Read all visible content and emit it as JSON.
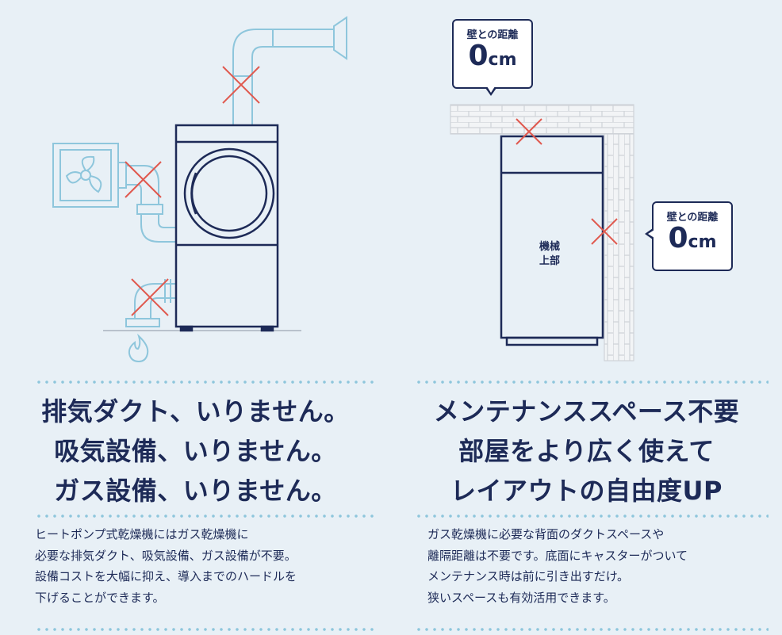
{
  "left": {
    "headline": [
      "排気ダクト、いりません。",
      "吸気設備、いりません。",
      "ガス設備、いりません。"
    ],
    "description": [
      "ヒートポンプ式乾燥機にはガス乾燥機に",
      "必要な排気ダクト、吸気設備、ガス設備が不要。",
      "設備コストを大幅に抑え、導入までのハードルを",
      "下げることができます。"
    ],
    "icons": [
      "exhaust-duct-icon",
      "ventilation-fan-icon",
      "gas-pipe-icon",
      "gas-flame-icon",
      "dryer-icon"
    ]
  },
  "right": {
    "headline": [
      "メンテナンススペース不要",
      "部屋をより広く使えて",
      "レイアウトの自由度UP"
    ],
    "description": [
      "ガス乾燥機に必要な背面のダクトスペースや",
      "離隔距離は不要です。底面にキャスターがついて",
      "メンテナンス時は前に引き出すだけ。",
      "狭いスペースも有効活用できます。"
    ],
    "bubble_top": {
      "label": "壁との距離",
      "value": "0",
      "unit": "cm"
    },
    "bubble_right": {
      "label": "壁との距離",
      "value": "0",
      "unit": "cm"
    },
    "machine_label": [
      "機械",
      "上部"
    ]
  },
  "colors": {
    "background": "#e8f0f6",
    "navy": "#1d2a57",
    "light_blue": "#8ec6dc",
    "cross_red": "#e0594f",
    "wall_grey": "#d3d6da"
  }
}
